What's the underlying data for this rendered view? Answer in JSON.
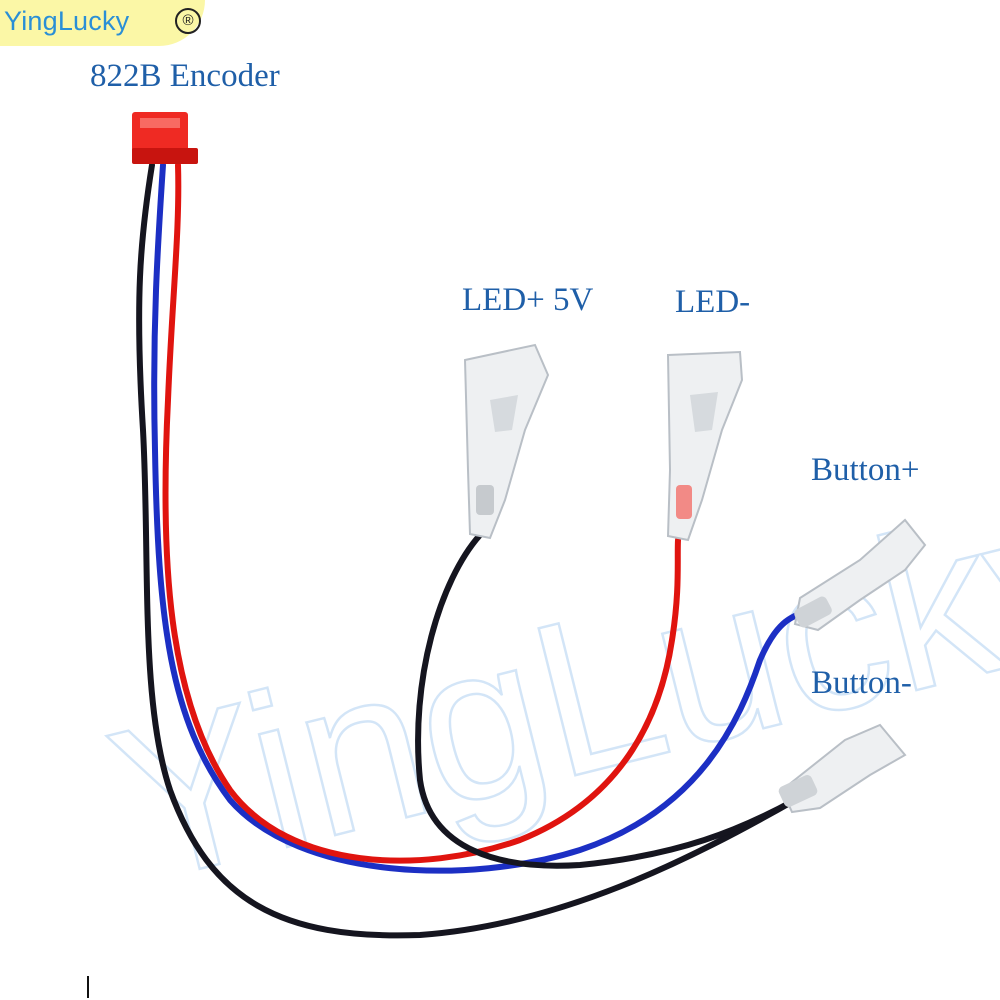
{
  "brand": {
    "name": "YingLucky",
    "registered_mark": "®",
    "colors": {
      "badge": "#fbf7a6",
      "text": "#2a8fd6"
    }
  },
  "watermark": "YingLucky",
  "labels": {
    "encoder": "822B Encoder",
    "led_plus": "LED+ 5V",
    "led_minus": "LED-",
    "button_plus": "Button+",
    "button_minus": "Button-"
  },
  "wire_colors": {
    "red": "#e0140f",
    "blue": "#1c2fc4",
    "black": "#15151f",
    "connector": "#ef2a23"
  }
}
